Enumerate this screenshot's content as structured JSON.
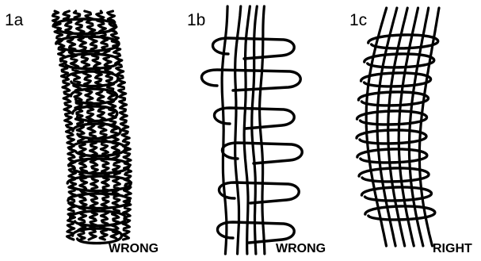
{
  "panels": [
    {
      "id": "1a",
      "label": "1a",
      "verdict": "WRONG"
    },
    {
      "id": "1b",
      "label": "1b",
      "verdict": "WRONG"
    },
    {
      "id": "1c",
      "label": "1c",
      "verdict": "RIGHT"
    }
  ]
}
